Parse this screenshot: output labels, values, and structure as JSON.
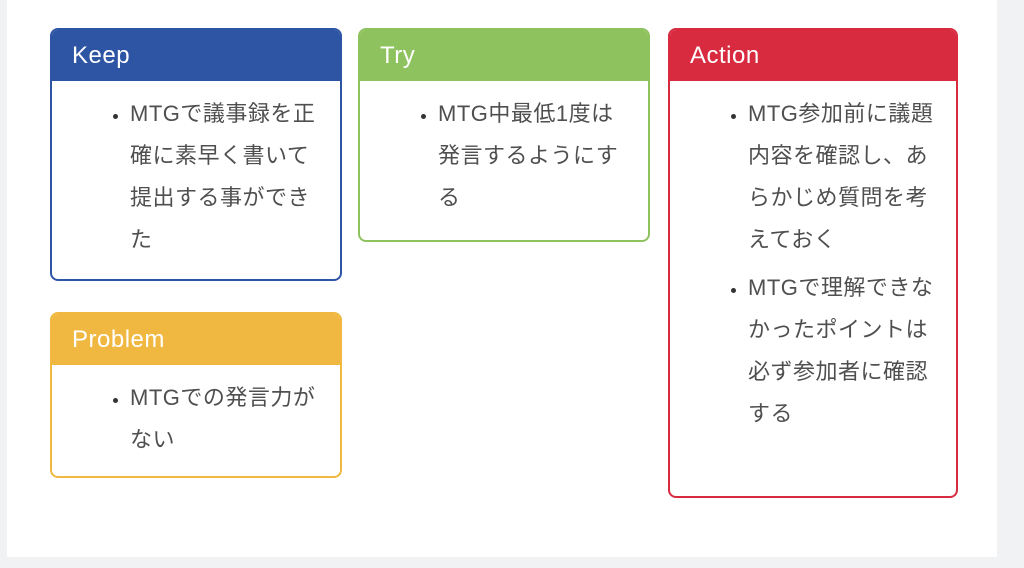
{
  "page": {
    "background_color": "#f1f2f4",
    "panel_color": "#ffffff"
  },
  "board": {
    "text_color": "#4f4f4f",
    "bullet_color": "#333333",
    "cards": [
      {
        "id": "keep",
        "title": "Keep",
        "color": "#2d55a4",
        "items": [
          "MTGで議事録を正確に素早く書いて提出する事ができた"
        ]
      },
      {
        "id": "try",
        "title": "Try",
        "color": "#8ec25e",
        "items": [
          "MTG中最低1度は発言するようにする"
        ]
      },
      {
        "id": "action",
        "title": "Action",
        "color": "#d92b40",
        "items": [
          "MTG参加前に議題内容を確認し、あらかじめ質問を考えておく",
          "MTGで理解できなかったポイントは必ず参加者に確認する"
        ]
      },
      {
        "id": "problem",
        "title": "Problem",
        "color": "#f0b840",
        "items": [
          "MTGでの発言力がない"
        ]
      }
    ]
  }
}
